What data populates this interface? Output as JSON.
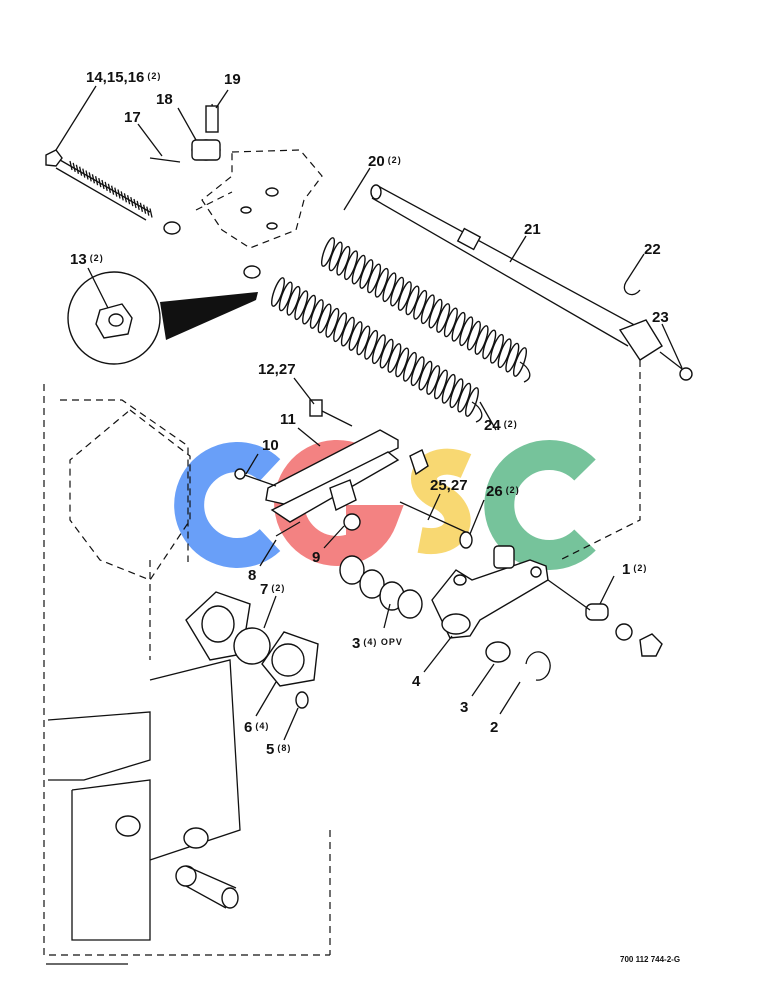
{
  "callouts": [
    {
      "id": "c-14-15-16",
      "num": "14,15,16",
      "qty": "(2)"
    },
    {
      "id": "c-19",
      "num": "19",
      "qty": ""
    },
    {
      "id": "c-18",
      "num": "18",
      "qty": ""
    },
    {
      "id": "c-17",
      "num": "17",
      "qty": ""
    },
    {
      "id": "c-20",
      "num": "20",
      "qty": "(2)"
    },
    {
      "id": "c-21",
      "num": "21",
      "qty": ""
    },
    {
      "id": "c-22",
      "num": "22",
      "qty": ""
    },
    {
      "id": "c-23",
      "num": "23",
      "qty": ""
    },
    {
      "id": "c-13",
      "num": "13",
      "qty": "(2)"
    },
    {
      "id": "c-12-27",
      "num": "12,27",
      "qty": ""
    },
    {
      "id": "c-11",
      "num": "11",
      "qty": ""
    },
    {
      "id": "c-10",
      "num": "10",
      "qty": ""
    },
    {
      "id": "c-24",
      "num": "24",
      "qty": "(2)"
    },
    {
      "id": "c-25-27",
      "num": "25,27",
      "qty": ""
    },
    {
      "id": "c-26",
      "num": "26",
      "qty": "(2)"
    },
    {
      "id": "c-9",
      "num": "9",
      "qty": ""
    },
    {
      "id": "c-8",
      "num": "8",
      "qty": ""
    },
    {
      "id": "c-1",
      "num": "1",
      "qty": "(2)"
    },
    {
      "id": "c-7",
      "num": "7",
      "qty": "(2)"
    },
    {
      "id": "c-3-opv",
      "num": "3",
      "qty": "(4) OPV"
    },
    {
      "id": "c-4",
      "num": "4",
      "qty": ""
    },
    {
      "id": "c-3",
      "num": "3",
      "qty": ""
    },
    {
      "id": "c-2",
      "num": "2",
      "qty": ""
    },
    {
      "id": "c-6",
      "num": "6",
      "qty": "(4)"
    },
    {
      "id": "c-5",
      "num": "5",
      "qty": "(8)"
    }
  ],
  "watermark": {
    "letters": [
      "C",
      "G",
      "S",
      "C"
    ],
    "colors": [
      "#4f8ff7",
      "#f26d6d",
      "#f7d25a",
      "#5fb98a"
    ]
  },
  "figure_code": "700 112 744-2-G",
  "colors": {
    "ink": "#111111",
    "background": "#ffffff"
  }
}
